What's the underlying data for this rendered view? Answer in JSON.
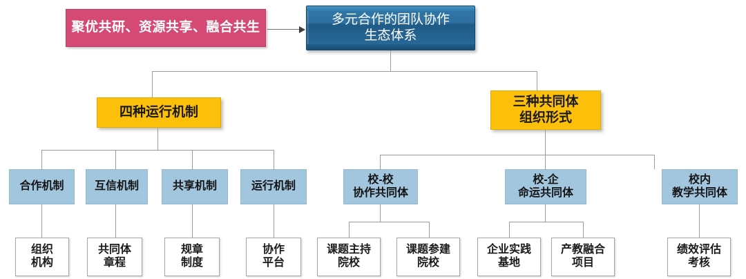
{
  "diagram": {
    "title": "多元合作的团队协作生态体系",
    "colors": {
      "pink": "#D44A74",
      "root_blue": "#2A6B9A",
      "yellow": "#FCC00A",
      "light_blue": "#A3C6DF",
      "leaf_white": "#FFFFFF",
      "connector": "#9A9A9A"
    },
    "slogan": {
      "label": "聚优共研、资源共享、融合共生"
    },
    "root": {
      "label": "多元合作的团队协作\n生态体系"
    },
    "branches": [
      {
        "key": "mechanisms",
        "label": "四种运行机制",
        "children": [
          {
            "label": "合作机制",
            "leaf": "组织\n机构"
          },
          {
            "label": "互信机制",
            "leaf": "共同体\n章程"
          },
          {
            "label": "共享机制",
            "leaf": "规章\n制度"
          },
          {
            "label": "运行机制",
            "leaf": "协作\n平台"
          }
        ]
      },
      {
        "key": "communities",
        "label": "三种共同体\n组织形式",
        "children": [
          {
            "label": "校-校\n协作共同体",
            "leaves": [
              "课题主持\n院校",
              "课题参建\n院校"
            ]
          },
          {
            "label": "校-企\n命运共同体",
            "leaves": [
              "企业实践\n基地",
              "产教融合\n项目"
            ]
          },
          {
            "label": "校内\n教学共同体",
            "leaves": [
              "绩效评估\n考核"
            ]
          }
        ]
      }
    ]
  }
}
